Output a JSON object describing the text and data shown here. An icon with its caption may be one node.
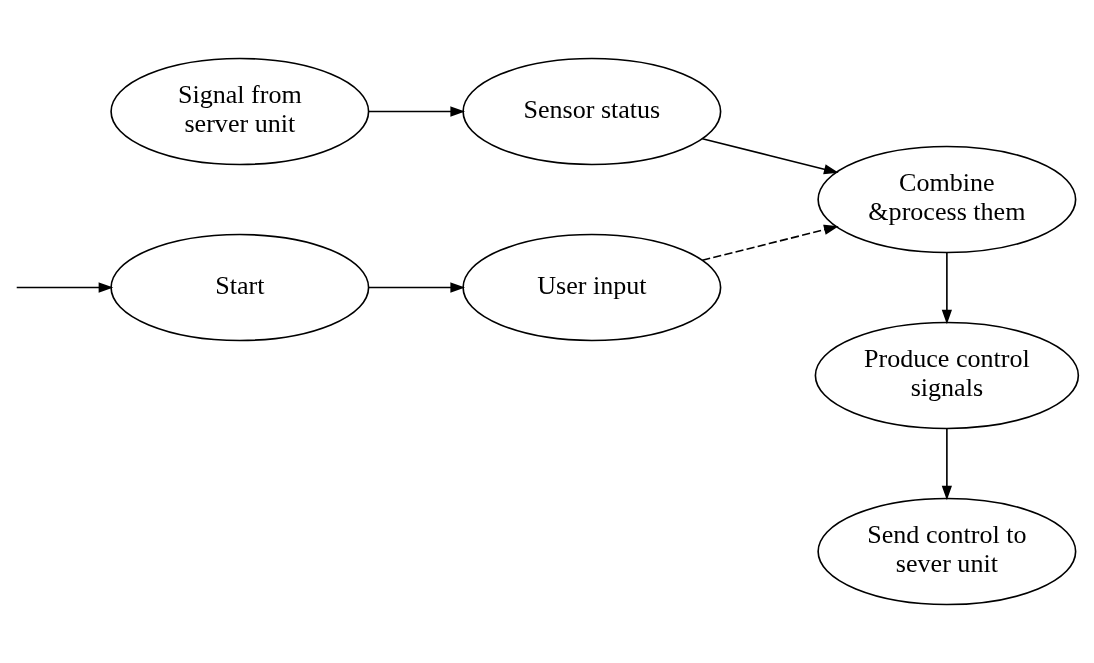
{
  "diagram": {
    "nodes": [
      {
        "text": [
          "Start"
        ]
      },
      {
        "text": [
          "User input"
        ]
      },
      {
        "text": [
          "Combine &process them"
        ]
      },
      {
        "text": [
          "Signal from server unit"
        ]
      },
      {
        "text": [
          "Sensor status"
        ]
      },
      {
        "text": [
          "Produce control signals"
        ]
      },
      {
        "text": [
          "Send control to sever unit"
        ]
      }
    ],
    "edges": [
      {
        "from": null,
        "to": 0,
        "arrow": "to"
      },
      {
        "from": 0,
        "to": 1,
        "arrow": "to"
      },
      {
        "from": 1,
        "to": 2,
        "arrow": "to",
        "style": "dashed"
      },
      {
        "from": 3,
        "to": 4,
        "arrow": "to"
      },
      {
        "from": 4,
        "to": 2,
        "arrow": "to"
      },
      {
        "from": 2,
        "to": 5,
        "arrow": "to"
      },
      {
        "from": 5,
        "to": 6,
        "arrow": "to"
      }
    ]
  }
}
